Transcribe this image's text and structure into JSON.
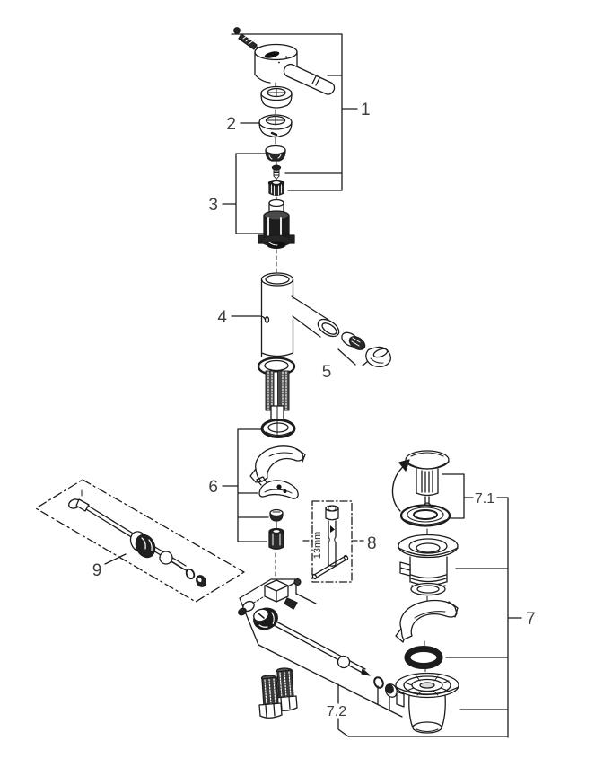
{
  "diagram": {
    "kind": "exploded-parts-diagram",
    "colors": {
      "background": "#ffffff",
      "line": "#1c1c1c",
      "label": "#3d3d3d",
      "dark_fill": "#222222"
    },
    "callouts": {
      "n1": "1",
      "n2": "2",
      "n3": "3",
      "n4": "4",
      "n5": "5",
      "n6": "6",
      "n7": "7",
      "n71": "7.1",
      "n72": "7.2",
      "n8": "8",
      "n9": "9"
    },
    "annotations": {
      "tool_size": "13mm"
    }
  }
}
